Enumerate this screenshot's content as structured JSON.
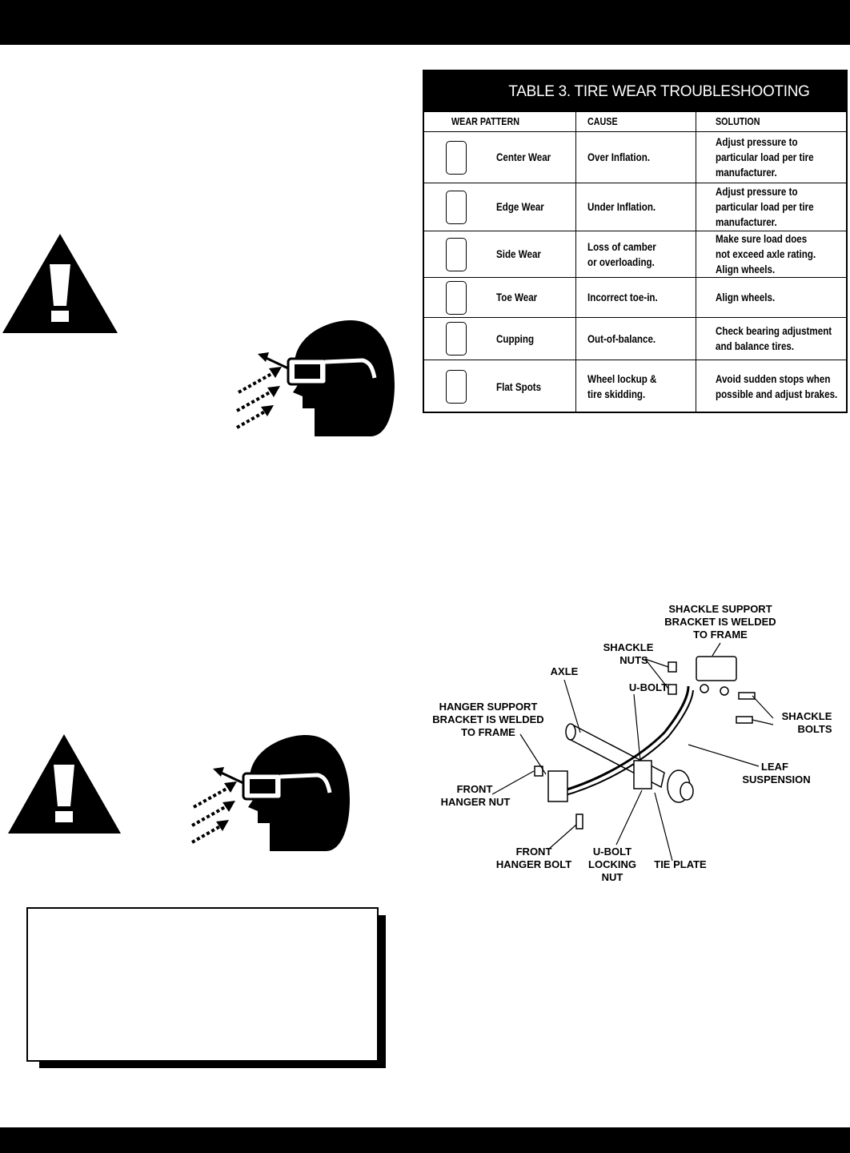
{
  "table": {
    "title": "TABLE 3.  TIRE WEAR TROUBLESHOOTING",
    "headers": {
      "pattern": "WEAR PATTERN",
      "cause": "CAUSE",
      "solution": "SOLUTION"
    },
    "rows": [
      {
        "pattern": "Center Wear",
        "cause": [
          "Over Inflation."
        ],
        "solution": [
          "Adjust pressure to",
          "particular load per tire",
          "manufacturer."
        ]
      },
      {
        "pattern": "Edge Wear",
        "cause": [
          "Under Inflation."
        ],
        "solution": [
          "Adjust pressure to",
          "particular load per tire",
          "manufacturer."
        ]
      },
      {
        "pattern": "Side Wear",
        "cause": [
          "Loss of camber",
          "or overloading."
        ],
        "solution": [
          "Make sure load does",
          "not exceed axle rating.",
          "Align wheels."
        ]
      },
      {
        "pattern": "Toe Wear",
        "cause": [
          "Incorrect toe-in."
        ],
        "solution": [
          "Align wheels."
        ]
      },
      {
        "pattern": "Cupping",
        "cause": [
          "Out-of-balance."
        ],
        "solution": [
          "Check bearing adjustment",
          "and balance tires."
        ]
      },
      {
        "pattern": "Flat Spots",
        "cause": [
          "Wheel lockup &",
          "tire skidding."
        ],
        "solution": [
          "Avoid sudden stops when",
          "possible and adjust brakes."
        ]
      }
    ]
  },
  "diagram": {
    "labels": {
      "shackle_support_1": "SHACKLE SUPPORT",
      "shackle_support_2": "BRACKET IS WELDED",
      "shackle_support_3": "TO FRAME",
      "shackle_nuts_1": "SHACKLE",
      "shackle_nuts_2": "NUTS",
      "axle": "AXLE",
      "u_bolt": "U-BOLT",
      "hanger_support_1": "HANGER SUPPORT",
      "hanger_support_2": "BRACKET IS WELDED",
      "hanger_support_3": "TO FRAME",
      "shackle_bolts_1": "SHACKLE",
      "shackle_bolts_2": "BOLTS",
      "leaf_1": "LEAF",
      "leaf_2": "SUSPENSION",
      "front_hanger_nut_1": "FRONT",
      "front_hanger_nut_2": "HANGER NUT",
      "front_hanger_bolt_1": "FRONT",
      "front_hanger_bolt_2": "HANGER BOLT",
      "ubolt_locking_1": "U-BOLT",
      "ubolt_locking_2": "LOCKING",
      "ubolt_locking_3": "NUT",
      "tie_plate": "TIE PLATE"
    }
  },
  "icons": [
    "warning-triangle-icon",
    "safety-glasses-icon"
  ]
}
